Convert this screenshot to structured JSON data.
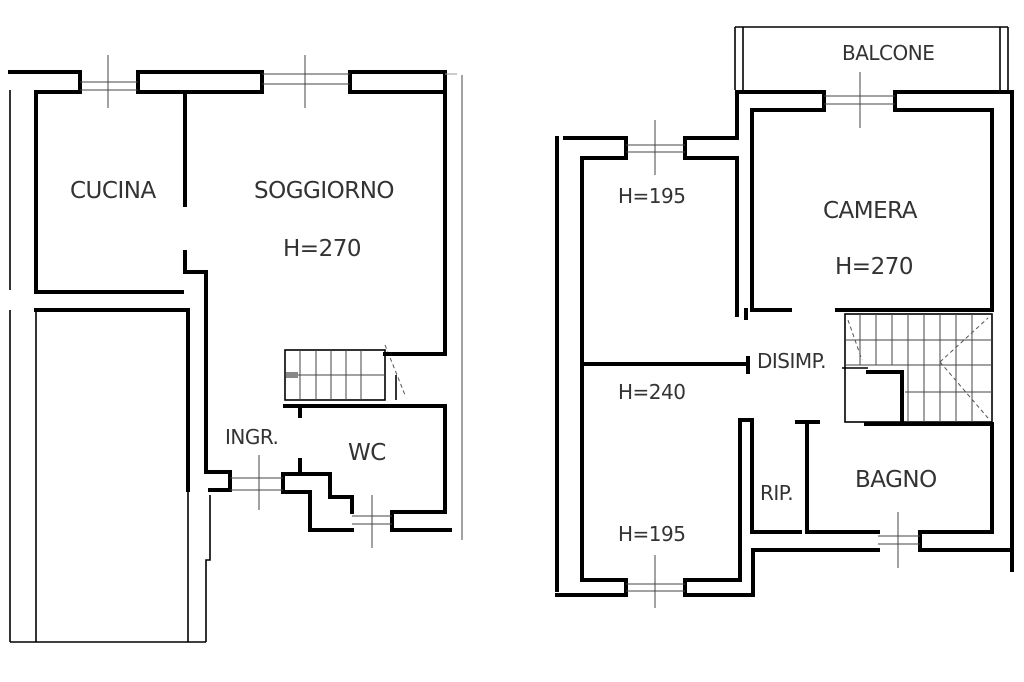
{
  "ground_floor": {
    "rooms": {
      "cucina": "CUCINA",
      "soggiorno": "SOGGIORNO",
      "soggiorno_height": "H=270",
      "ingresso": "INGR.",
      "wc": "WC"
    }
  },
  "first_floor": {
    "rooms": {
      "balcone": "BALCONE",
      "camera": "CAMERA",
      "camera_height": "H=270",
      "room_top_left_height": "H=195",
      "disimpegno": "DISIMP.",
      "room_mid_left_height": "H=240",
      "room_bottom_left_height": "H=195",
      "ripostiglio": "RIP.",
      "bagno": "BAGNO"
    }
  },
  "colors": {
    "wall": "#000000",
    "text": "#333333",
    "background": "#ffffff"
  }
}
